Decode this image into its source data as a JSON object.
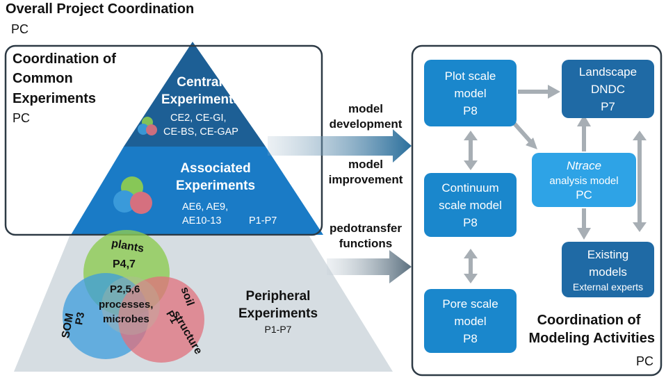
{
  "header": {
    "title": "Overall Project Coordination",
    "sub": "PC"
  },
  "coordination_common": {
    "line1": "Coordination of",
    "line2": "Common",
    "line3": "Experiments",
    "sub": "PC"
  },
  "central": {
    "title1": "Central",
    "title2": "Experiments",
    "line1": "CE2, CE-GI,",
    "line2": "CE-BS, CE-GAP"
  },
  "associated": {
    "title1": "Associated",
    "title2": "Experiments",
    "line1": "AE6, AE9,",
    "line2": "AE10-13",
    "proj": "P1-P7"
  },
  "peripheral": {
    "title1": "Peripheral",
    "title2": "Experiments",
    "proj": "P1-P7"
  },
  "venn": {
    "plants": "plants",
    "plants_p": "P4,7",
    "center_p": "P2,5,6",
    "processes": "processes,",
    "microbes": "microbes",
    "som": "SOM",
    "som_p": "P3",
    "soil": "soil",
    "structure": "structure",
    "soil_p": "P1"
  },
  "arrows": {
    "a1_l1": "model",
    "a1_l2": "development",
    "a2_l1": "model",
    "a2_l2": "improvement",
    "a3_l1": "pedotransfer",
    "a3_l2": "functions"
  },
  "modeling": {
    "plot": {
      "l1": "Plot scale",
      "l2": "model",
      "p": "P8"
    },
    "landscape": {
      "l1": "Landscape",
      "l2": "DNDC",
      "p": "P7"
    },
    "continuum": {
      "l1": "Continuum",
      "l2": "scale model",
      "p": "P8"
    },
    "ntrace": {
      "l1": "Ntrace",
      "l2": "analysis model",
      "p": "PC"
    },
    "existing": {
      "l1": "Existing",
      "l2": "models",
      "l3": "External experts"
    },
    "pore": {
      "l1": "Pore scale",
      "l2": "model",
      "p": "P8"
    },
    "coord1": "Coordination of",
    "coord2": "Modeling Activities",
    "pc": "PC"
  },
  "colors": {
    "dark_blue": "#1f6aa5",
    "mid_blue": "#1a87cc",
    "light_blue": "#2ea3e6",
    "grey": "#a7aeb4",
    "pyramid_grey": "#d6dde2"
  }
}
